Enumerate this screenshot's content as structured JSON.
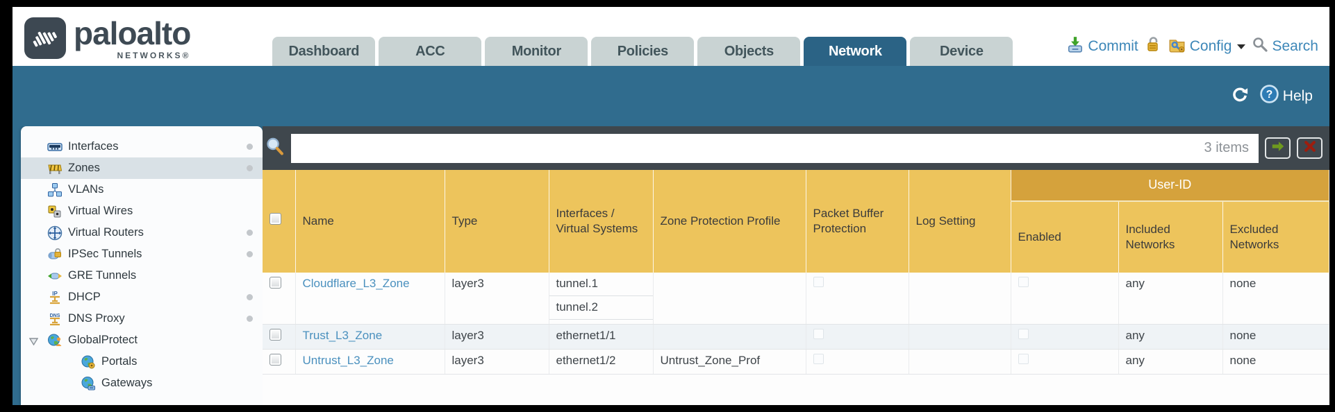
{
  "logo": {
    "brand": "paloalto",
    "subtitle": "NETWORKS®",
    "icon": "paloalto-logo-icon"
  },
  "nav_tabs": [
    {
      "label": "Dashboard",
      "active": false
    },
    {
      "label": "ACC",
      "active": false
    },
    {
      "label": "Monitor",
      "active": false
    },
    {
      "label": "Policies",
      "active": false
    },
    {
      "label": "Objects",
      "active": false
    },
    {
      "label": "Network",
      "active": true
    },
    {
      "label": "Device",
      "active": false
    }
  ],
  "header_actions": {
    "commit_label": "Commit",
    "config_label": "Config",
    "search_label": "Search",
    "icons": [
      "commit-icon",
      "lock-icon",
      "config-icon",
      "caret-down-icon",
      "search-icon"
    ]
  },
  "utility_bar": {
    "help_label": "Help",
    "icons": [
      "refresh-icon",
      "help-icon"
    ]
  },
  "filter_bar": {
    "search_value": "",
    "items_count": "3 items",
    "icons": [
      "magnifier-icon",
      "arrow-right-icon",
      "close-x-icon"
    ]
  },
  "sidebar": {
    "items": [
      {
        "label": "Interfaces",
        "icon": "interfaces-icon",
        "dot": true,
        "selected": false,
        "level": 0,
        "expander": null
      },
      {
        "label": "Zones",
        "icon": "zones-icon",
        "dot": true,
        "selected": true,
        "level": 0,
        "expander": null
      },
      {
        "label": "VLANs",
        "icon": "vlans-icon",
        "dot": false,
        "selected": false,
        "level": 0,
        "expander": null
      },
      {
        "label": "Virtual Wires",
        "icon": "virtual-wires-icon",
        "dot": false,
        "selected": false,
        "level": 0,
        "expander": null
      },
      {
        "label": "Virtual Routers",
        "icon": "virtual-routers-icon",
        "dot": true,
        "selected": false,
        "level": 0,
        "expander": null
      },
      {
        "label": "IPSec Tunnels",
        "icon": "ipsec-tunnels-icon",
        "dot": true,
        "selected": false,
        "level": 0,
        "expander": null
      },
      {
        "label": "GRE Tunnels",
        "icon": "gre-tunnels-icon",
        "dot": false,
        "selected": false,
        "level": 0,
        "expander": null
      },
      {
        "label": "DHCP",
        "icon": "dhcp-icon",
        "dot": true,
        "selected": false,
        "level": 0,
        "expander": null
      },
      {
        "label": "DNS Proxy",
        "icon": "dns-proxy-icon",
        "dot": true,
        "selected": false,
        "level": 0,
        "expander": null
      },
      {
        "label": "GlobalProtect",
        "icon": "globalprotect-icon",
        "dot": false,
        "selected": false,
        "level": 0,
        "expander": "expanded"
      },
      {
        "label": "Portals",
        "icon": "portals-icon",
        "dot": false,
        "selected": false,
        "level": 1,
        "expander": null
      },
      {
        "label": "Gateways",
        "icon": "gateways-icon",
        "dot": false,
        "selected": false,
        "level": 1,
        "expander": null
      }
    ]
  },
  "zones_table": {
    "group_header": "User-ID",
    "columns": [
      {
        "label": "",
        "group": null
      },
      {
        "label": "Name",
        "group": null
      },
      {
        "label": "Type",
        "group": null
      },
      {
        "label": "Interfaces / Virtual Systems",
        "group": null
      },
      {
        "label": "Zone Protection Profile",
        "group": null
      },
      {
        "label": "Packet Buffer Protection",
        "group": null
      },
      {
        "label": "Log Setting",
        "group": null
      },
      {
        "label": "Enabled",
        "group": "User-ID"
      },
      {
        "label": "Included Networks",
        "group": "User-ID"
      },
      {
        "label": "Excluded Networks",
        "group": "User-ID"
      }
    ],
    "rows": [
      {
        "name": "Cloudflare_L3_Zone",
        "type": "layer3",
        "interfaces": [
          "tunnel.1",
          "tunnel.2"
        ],
        "zone_protection_profile": "",
        "packet_buffer_protection_checked": false,
        "log_setting": "",
        "user_id_enabled_checked": false,
        "included_networks": "any",
        "excluded_networks": "none"
      },
      {
        "name": "Trust_L3_Zone",
        "type": "layer3",
        "interfaces": [
          "ethernet1/1"
        ],
        "zone_protection_profile": "",
        "packet_buffer_protection_checked": false,
        "log_setting": "",
        "user_id_enabled_checked": false,
        "included_networks": "any",
        "excluded_networks": "none"
      },
      {
        "name": "Untrust_L3_Zone",
        "type": "layer3",
        "interfaces": [
          "ethernet1/2"
        ],
        "zone_protection_profile": "Untrust_Zone_Prof",
        "packet_buffer_protection_checked": false,
        "log_setting": "",
        "user_id_enabled_checked": false,
        "included_networks": "any",
        "excluded_networks": "none"
      }
    ]
  },
  "colors": {
    "teal_band": "#306C8E",
    "tab_inactive": "#C9D3D3",
    "tab_active": "#2B6385",
    "filter_strip": "#3F474D",
    "header_gold": "#EDC45C",
    "user_id_band_gold": "#D5A23C",
    "link_blue": "#4A90BE",
    "selected_sidebar_item": "#D9E1E6",
    "alt_row": "#EFF3F6"
  }
}
